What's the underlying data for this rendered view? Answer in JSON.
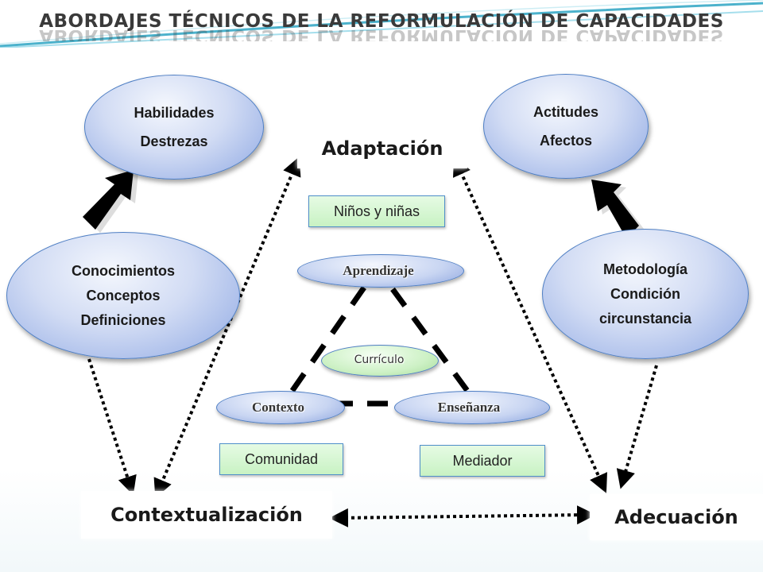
{
  "title": "ABORDAJES TÉCNICOS DE LA  REFORMULACIÓN DE CAPACIDADES",
  "bubbles": {
    "habilidades": {
      "line1": "Habilidades",
      "line2": "Destrezas"
    },
    "actitudes": {
      "line1": "Actitudes",
      "line2": "Afectos"
    },
    "conocimientos": {
      "line1": "Conocimientos",
      "line2": "Conceptos",
      "line3": "Definiciones"
    },
    "metodologia": {
      "line1": "Metodología",
      "line2": "Condición",
      "line3": "circunstancia"
    }
  },
  "boxes": {
    "adaptacion": "Adaptación",
    "contextualizacion": "Contextualización",
    "adecuacion": "Adecuación"
  },
  "triangle": {
    "aprendizaje": "Aprendizaje",
    "curriculo": "Currículo",
    "contexto": "Contexto",
    "ensenanza": "Enseñanza"
  },
  "notes": {
    "ninos": "Niños y niñas",
    "comunidad": "Comunidad",
    "mediador": "Mediador"
  },
  "colors": {
    "bubble_border": "#4f7fc4",
    "bubble_fill": "#d2dcf4",
    "note_fill": "#c8f2c3",
    "note_border": "#4f8fca",
    "arrow": "#000000",
    "accent_swoosh": "#1f9fbf"
  }
}
